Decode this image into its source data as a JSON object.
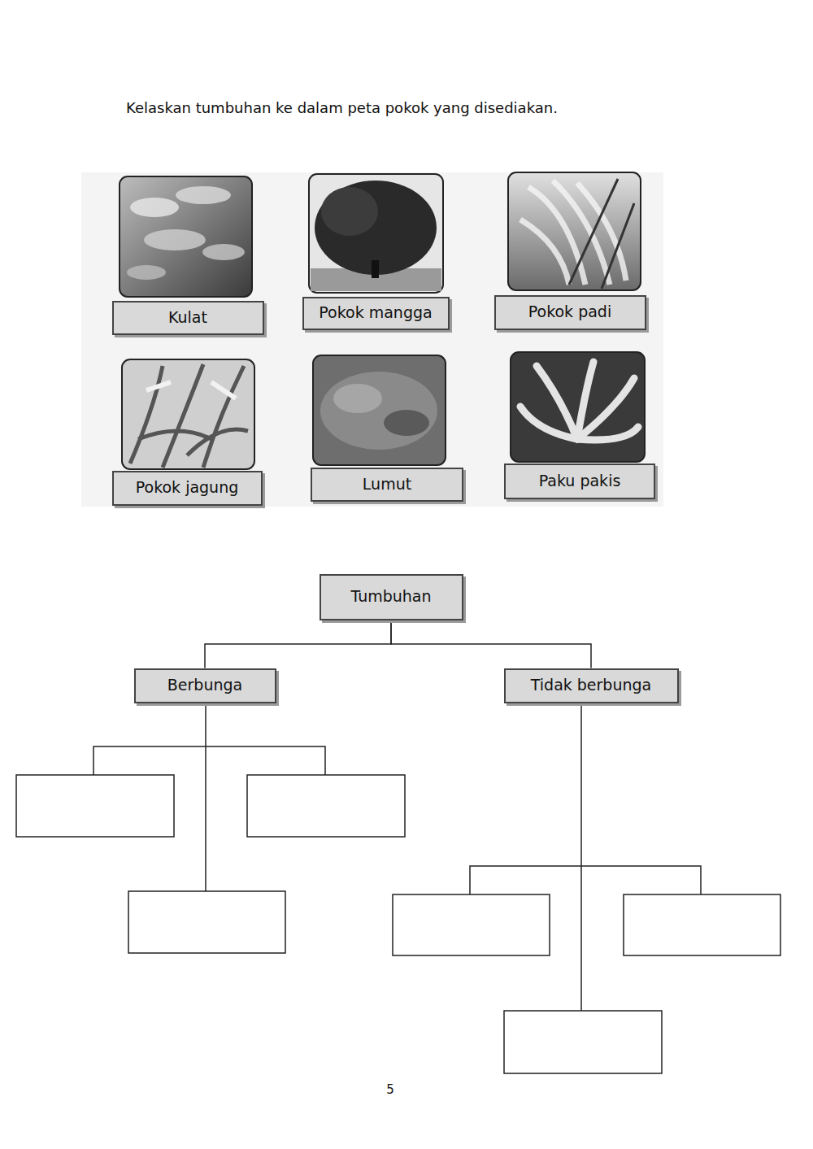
{
  "diagram": {
    "title": "Kelaskan tumbuhan ke dalam peta pokok yang disediakan.",
    "nodes": [
      {
        "text": [
          "Kulat"
        ]
      },
      {
        "text": [
          "Pokok mangga"
        ]
      },
      {
        "text": [
          "Pokok padi"
        ]
      },
      {
        "text": [
          "Pokok jagung"
        ]
      },
      {
        "text": [
          "Lumut"
        ]
      },
      {
        "text": [
          "Paku pakis"
        ]
      },
      {
        "text": [
          "Tumbuhan"
        ]
      },
      {
        "text": [
          "Berbunga"
        ]
      },
      {
        "text": [
          "Tidak berbunga"
        ]
      }
    ],
    "edges": [
      {
        "from": 6,
        "to": 7,
        "arrow": "none"
      },
      {
        "from": 6,
        "to": 8,
        "arrow": "none"
      }
    ],
    "labels": [
      "5"
    ]
  }
}
